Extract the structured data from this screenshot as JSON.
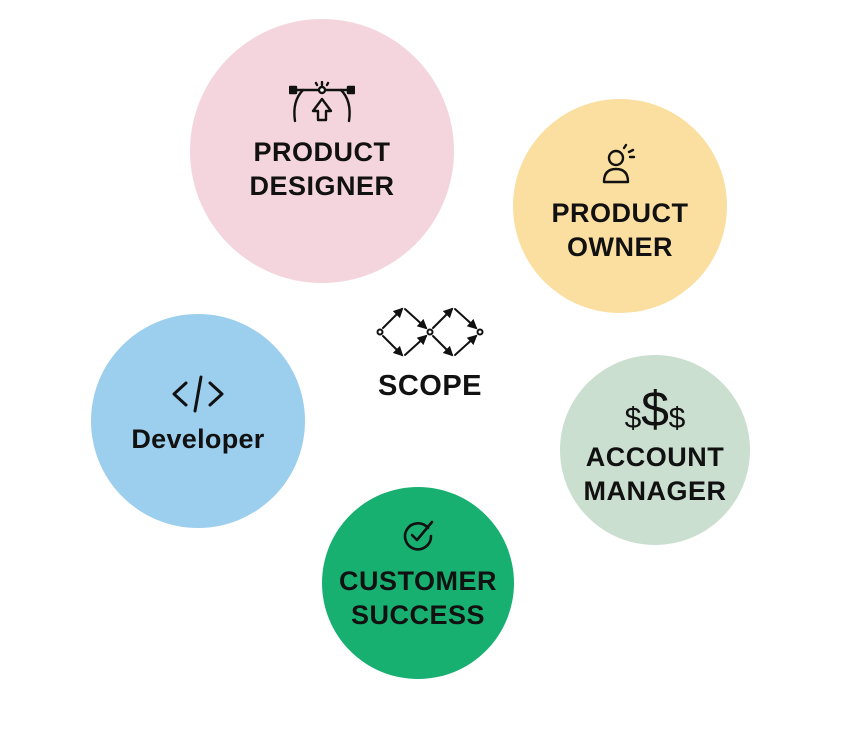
{
  "center": {
    "label": "SCOPE",
    "icon": "workflow-arrows-icon"
  },
  "roles": [
    {
      "id": "designer",
      "lines": [
        "PRODUCT",
        "DESIGNER"
      ],
      "icon": "vector-pen-tool-icon",
      "color": "#f4d5de"
    },
    {
      "id": "owner",
      "lines": [
        "PRODUCT",
        "OWNER"
      ],
      "icon": "person-idea-icon",
      "color": "#fbdfa1"
    },
    {
      "id": "developer",
      "lines": [
        "Developer"
      ],
      "icon": "code-brackets-icon",
      "color": "#9ccfee"
    },
    {
      "id": "account",
      "lines": [
        "ACCOUNT",
        "MANAGER"
      ],
      "icon": "dollar-signs-icon",
      "color": "#cadfd0"
    },
    {
      "id": "success",
      "lines": [
        "CUSTOMER",
        "SUCCESS"
      ],
      "icon": "check-target-icon",
      "color": "#17b070"
    }
  ]
}
